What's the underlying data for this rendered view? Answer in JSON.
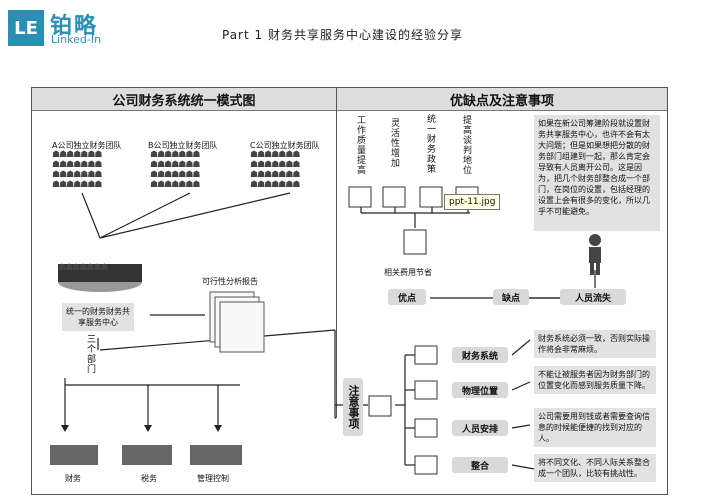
{
  "logo": {
    "mark": "LE",
    "cn": "铂略",
    "en": "Linked-In"
  },
  "title": "Part 1 财务共享服务中心建设的经验分享",
  "left_panel": {
    "header": "公司财务系统统一模式图",
    "teams": [
      "A公司独立财务团队",
      "B公司独立财务团队",
      "C公司独立财务团队"
    ],
    "center_label": "统一的财务财务共享服务中心",
    "report_label": "可行性分析报告",
    "three_dept": "三个部门",
    "depts": [
      "财务",
      "税务",
      "管理控制"
    ]
  },
  "right_panel": {
    "header": "优缺点及注意事项",
    "benefits": [
      "工作质量提高",
      "灵活性增加",
      "统一财务政策",
      "提高谈判地位"
    ],
    "tooltip": "ppt-11.jpg",
    "cost": "相关费用节省",
    "pros": "优点",
    "cons": "缺点",
    "staff_loss": "人员流失",
    "staff_note": "如果在新公司筹建阶段就设置财务共享服务中心，也许不会有太大问题；但是如果想把分散的财务部门组建到一起，那么肯定会导致有人员离开公司。这是因为，把几个财务部整合成一个部门，在岗位的设置，包括经理的设置上会有很多的变化，所以几乎不可能避免。",
    "notes_title": "注意事项",
    "notes": [
      {
        "label": "财务系统",
        "text": "财务系统必须一致，否则实际操作将会非常麻烦。"
      },
      {
        "label": "物理位置",
        "text": "不能让被服务者因为财务部门的位置变化而感到服务质量下降。"
      },
      {
        "label": "人员安排",
        "text": "公司需要用到钱或者需要查询信息的时候能便捷的找到对应的人。"
      },
      {
        "label": "整合",
        "text": "将不同文化、不同人际关系整合成一个团队，比较有挑战性。"
      }
    ]
  }
}
